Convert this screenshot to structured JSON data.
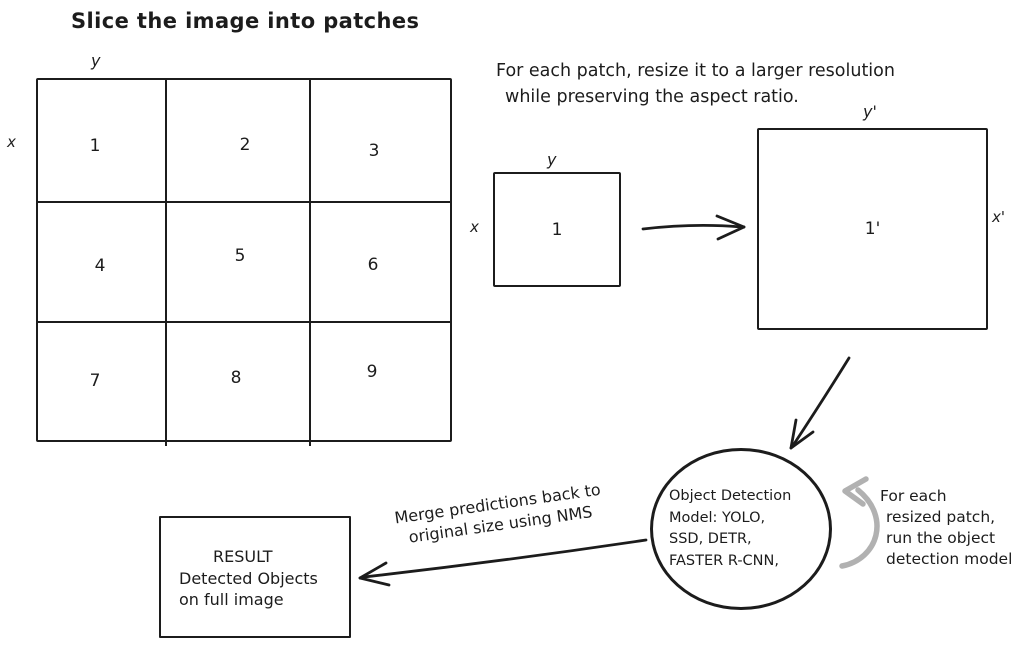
{
  "title": "Slice the image into patches",
  "colors": {
    "ink": "#1c1c1c",
    "loop_arrow": "#b1b1b1",
    "background": "#ffffff"
  },
  "grid": {
    "y_label": "y",
    "x_label": "x",
    "cells": [
      "1",
      "2",
      "3",
      "4",
      "5",
      "6",
      "7",
      "8",
      "9"
    ]
  },
  "resize_step": {
    "caption_line1": "For each patch, resize it to a larger resolution",
    "caption_line2": "while preserving the aspect ratio.",
    "small_patch": {
      "y_label": "y",
      "x_label": "x",
      "value": "1"
    },
    "large_patch": {
      "y_label": "y'",
      "x_label": "x'",
      "value": "1'"
    }
  },
  "detection_step": {
    "model_line1": "Object Detection",
    "model_line2": "Model: YOLO,",
    "model_line3": "SSD, DETR,",
    "model_line4": "FASTER R-CNN,",
    "loop_note_line1": "For each",
    "loop_note_line2": "resized patch,",
    "loop_note_line3": "run the object",
    "loop_note_line4": "detection model"
  },
  "merge_step": {
    "note_line1": "Merge predictions back to",
    "note_line2": "original size using NMS"
  },
  "result_box": {
    "line1": "RESULT",
    "line2": "Detected Objects",
    "line3": "on full image"
  }
}
